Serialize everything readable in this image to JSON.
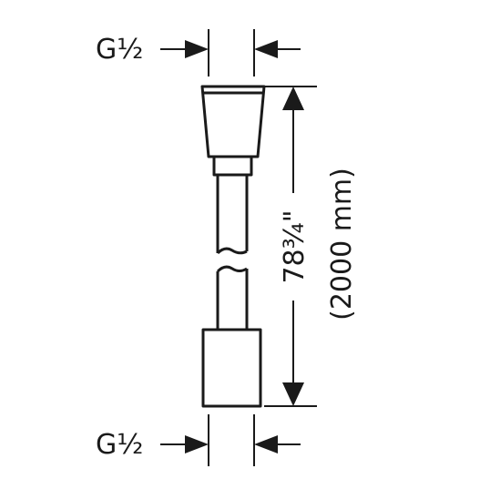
{
  "labels": {
    "top_thread": "G½",
    "bottom_thread": "G½",
    "length_imperial": "78¾\"",
    "length_metric": "(2000 mm)"
  },
  "colors": {
    "line": "#1a1a1a",
    "background": "#ffffff"
  }
}
